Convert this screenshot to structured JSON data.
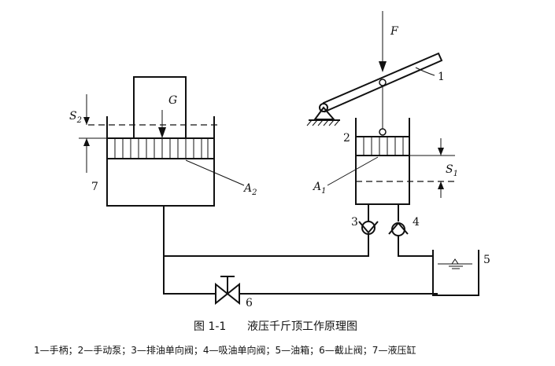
{
  "labels": {
    "force": "F",
    "load": "G",
    "lever_num": "1",
    "pump_num": "2",
    "valve_out_num": "3",
    "valve_in_num": "4",
    "tank_num": "5",
    "stop_valve_num": "6",
    "cylinder_num": "7",
    "area_big": "A",
    "area_big_sub": "2",
    "area_small": "A",
    "area_small_sub": "1",
    "stroke_big": "S",
    "stroke_big_sub": "2",
    "stroke_small": "S",
    "stroke_small_sub": "1"
  },
  "caption": {
    "figure_no": "图 1-1",
    "title": "液压千斤顶工作原理图"
  },
  "legend": "1—手柄；2—手动泵；3—排油单向阀；4—吸油单向阀；5—油箱；6—截止阀；7—液压缸"
}
